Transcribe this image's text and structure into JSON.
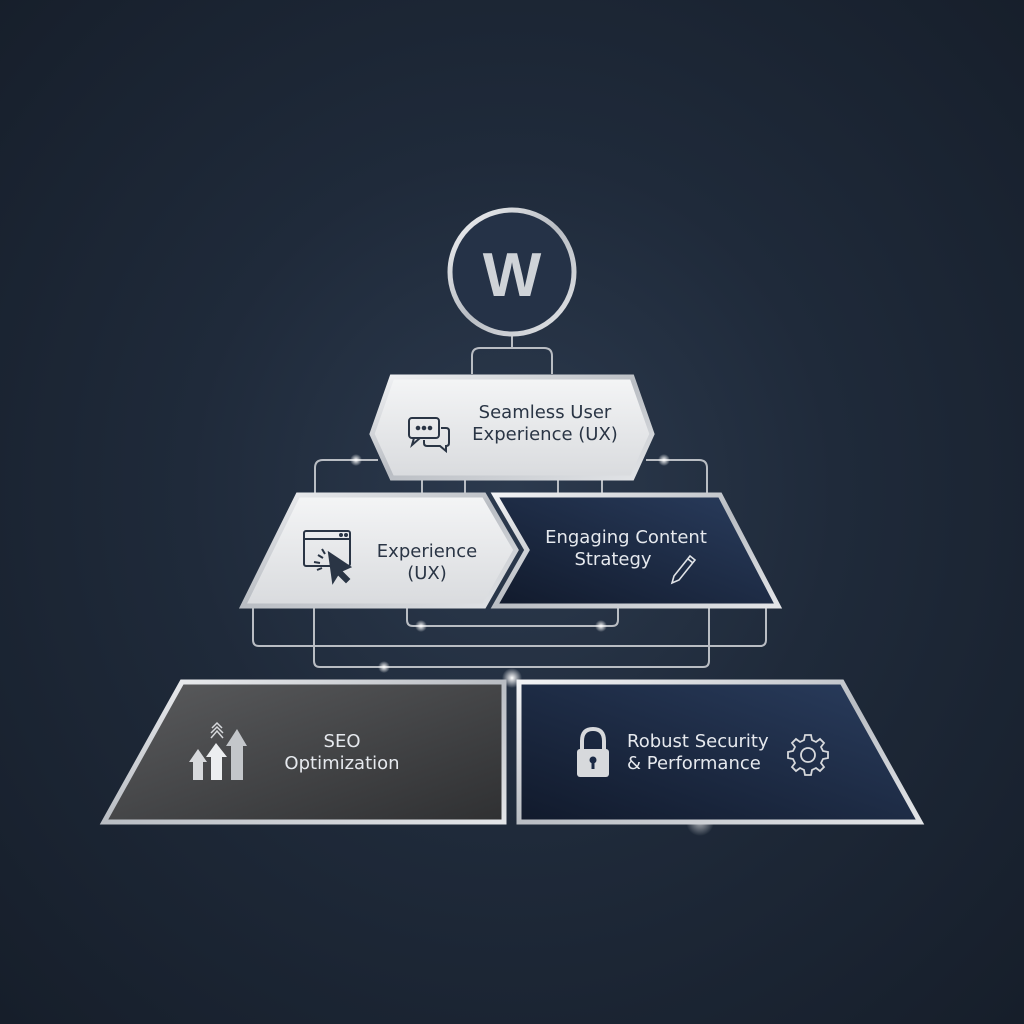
{
  "logo": {
    "letter": "W",
    "icon": "w-logo-icon"
  },
  "tiers": [
    {
      "id": "ux-top",
      "line1": "Seamless User",
      "line2": "Experience (UX)",
      "icon": "chat-bubbles-icon",
      "style": "light"
    },
    {
      "id": "ux-mid",
      "line1": "Experience",
      "line2": "(UX)",
      "icon": "browser-cursor-click-icon",
      "style": "light"
    },
    {
      "id": "content",
      "line1": "Engaging Content",
      "line2": "Strategy",
      "icon": "pencil-icon",
      "style": "dark-navy"
    },
    {
      "id": "seo",
      "line1": "SEO",
      "line2": "Optimization",
      "icon": "growth-arrows-icon",
      "style": "dark-gray"
    },
    {
      "id": "security",
      "line1": "Robust Security",
      "line2": "& Performance",
      "icon": "padlock-icon",
      "icon2": "gear-icon",
      "style": "dark-navy"
    }
  ],
  "colors": {
    "background": "#1f2a3a",
    "silver_border": "#c9ccd1",
    "light_fill": "#e9eaec",
    "navy_fill": "#1a2944",
    "gray_fill": "#4a4b4d",
    "dark_text": "#2a3545",
    "light_text": "#e6e9ee"
  }
}
